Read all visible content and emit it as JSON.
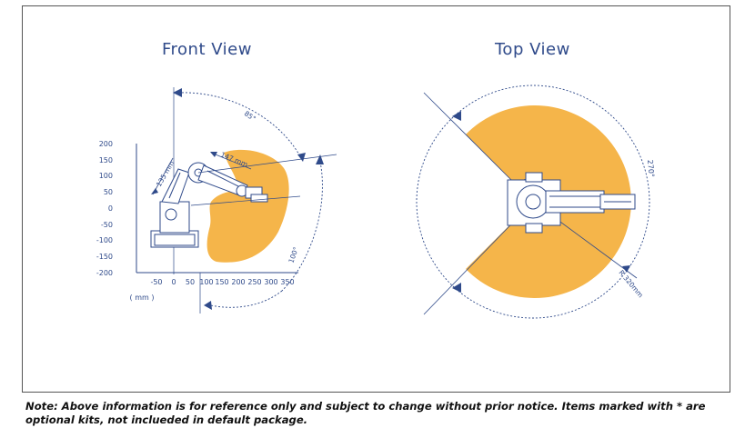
{
  "front_view": {
    "title": "Front View",
    "y_ticks": [
      "200",
      "150",
      "100",
      "50",
      "0",
      "-50",
      "-100",
      "-150",
      "-200"
    ],
    "x_ticks": [
      "-50",
      "0",
      "50",
      "100",
      "150",
      "200",
      "250",
      "300",
      "350"
    ],
    "unit_label": "( mm )",
    "dimensions": {
      "upper_arm": "135 mm",
      "forearm": "147 mm",
      "upper_angle": "85°",
      "lower_angle": "100°"
    }
  },
  "top_view": {
    "title": "Top View",
    "dimensions": {
      "sweep_angle": "270°",
      "radius": "R 320mm"
    }
  },
  "note": "Note: Above information is for reference only and subject to change without prior notice.  Items marked with * are optional kits, not inclueded in default package.",
  "colors": {
    "workspace_fill": "#f5b54a",
    "line": "#2f4a8a",
    "frame": "#555555"
  }
}
